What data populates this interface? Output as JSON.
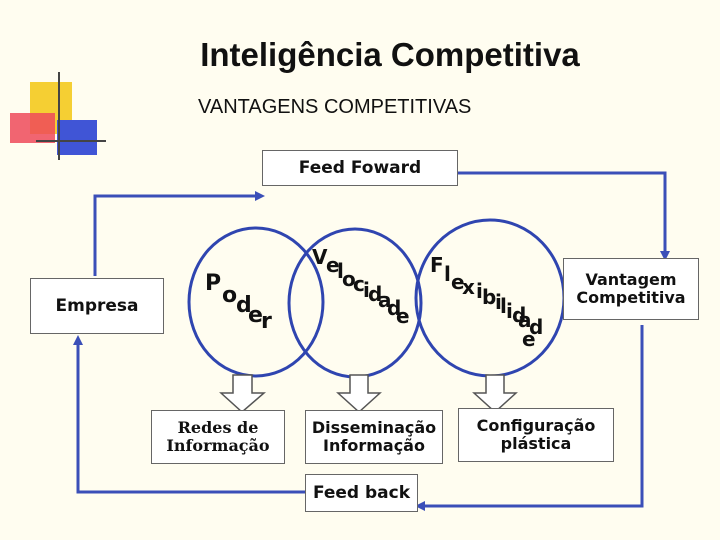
{
  "title": "Inteligência Competitiva",
  "subtitle": "VANTAGENS COMPETITIVAS",
  "boxes": {
    "feed_foward": "Feed Foward",
    "empresa": "Empresa",
    "feed_back": "Feed back",
    "redes": "Redes de Informação",
    "disseminacao": "Disseminação Informação",
    "vantagem": "Vantagem Competitiva",
    "configuracao": "Configuração plástica"
  },
  "circles": {
    "poder": [
      "P",
      "o",
      "d",
      "e",
      "r"
    ],
    "velocidade": [
      "V",
      "e",
      "l",
      "o",
      "c",
      "i",
      "d",
      "a",
      "d",
      "e"
    ],
    "flexibilidade": [
      "F",
      "l",
      "e",
      "x",
      "i",
      "b",
      "i",
      "l",
      "i",
      "d",
      "a",
      "d",
      "e"
    ]
  },
  "colors": {
    "arrow": "#3b4fb8",
    "circle_stroke": "#2f45b0",
    "block_yellow": "#f5cf33",
    "block_red": "#ee4a5a",
    "block_blue": "#4055d6",
    "down_arrow_fill": "#ffffff"
  }
}
